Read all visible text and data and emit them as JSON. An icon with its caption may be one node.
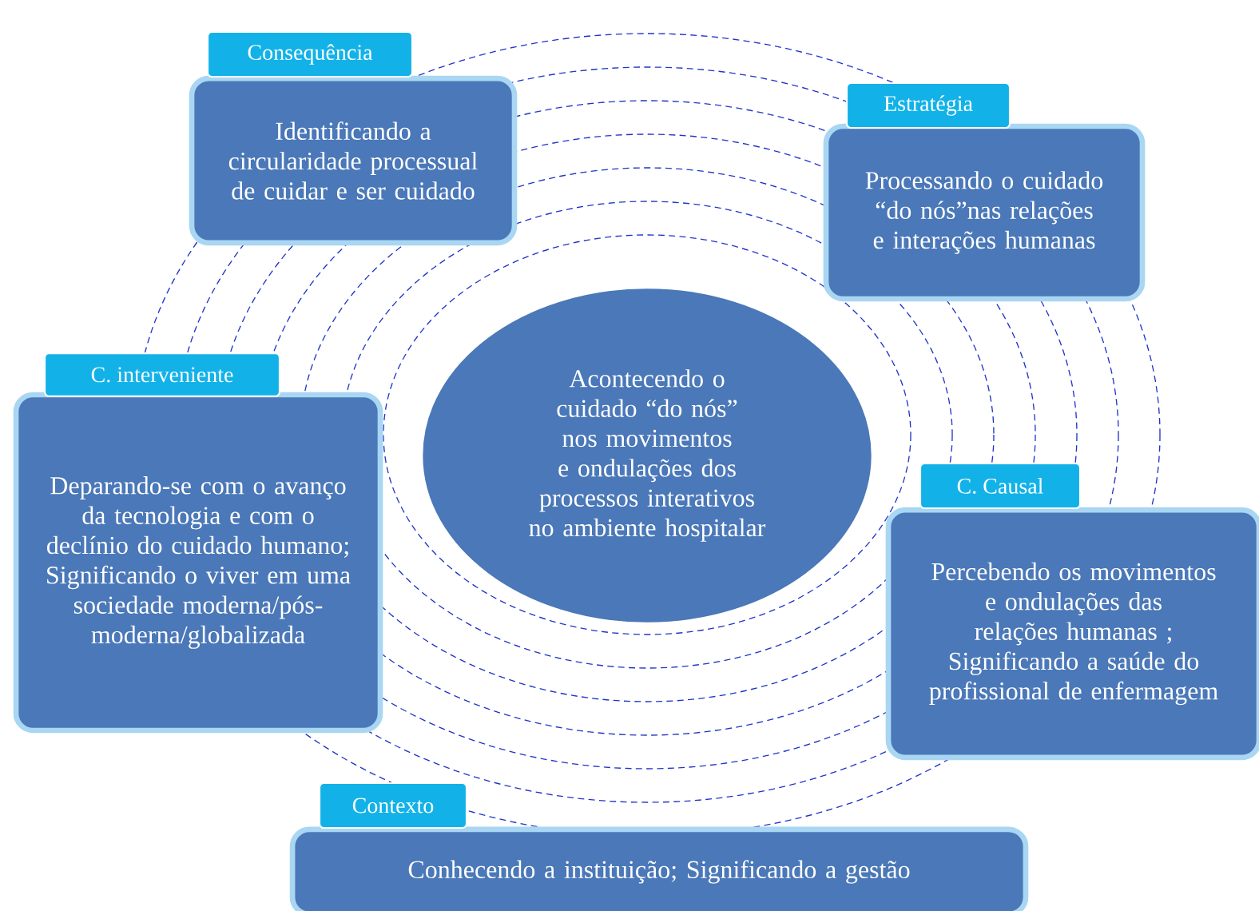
{
  "diagram": {
    "nodes": [
      {
        "text": [
          "Acontecendo o cuidado “do nós” nos movimentos e ondulações dos processos interativos no ambiente hospitalar"
        ]
      },
      {
        "text": [
          "Consequência",
          "Identificando a circularidade processual de cuidar e ser cuidado"
        ]
      },
      {
        "text": [
          "Estratégia",
          "Processando o cuidado “do nós”nas relações e interações humanas"
        ]
      },
      {
        "text": [
          "C. interveniente",
          "Deparando-se com o avanço da tecnologia e com o declínio do cuidado humano; Significando  o viver em uma sociedade moderna/pós-moderna/globalizada"
        ]
      },
      {
        "text": [
          "C. Causal",
          "Percebendo os movimentos e ondulações das relações humanas ; Significando a saúde do profissional de enfermagem"
        ]
      },
      {
        "text": [
          "Contexto",
          "Conhecendo a instituição; Significando a gestão"
        ]
      }
    ]
  }
}
